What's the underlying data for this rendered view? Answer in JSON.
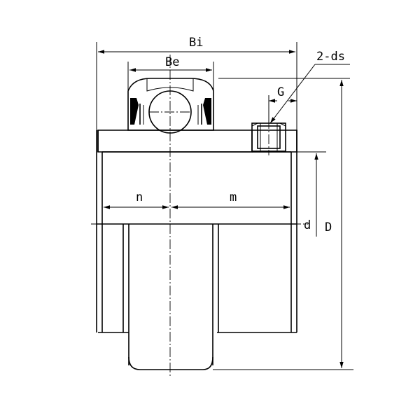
{
  "diagram": {
    "labels": {
      "bi": "Bi",
      "be": "Be",
      "two_ds": "2-ds",
      "g": "G",
      "n": "n",
      "m": "m",
      "d_small": "d",
      "d_big": "D"
    }
  }
}
